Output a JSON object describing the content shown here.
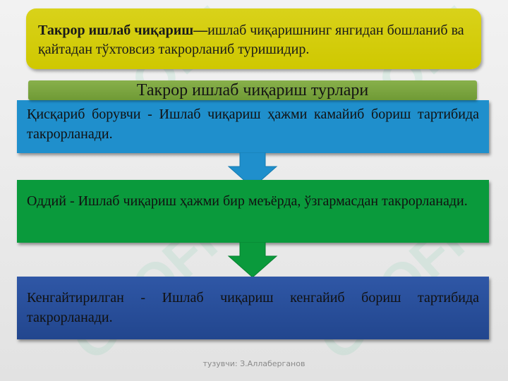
{
  "watermark": "GSOFF",
  "definition": {
    "term": "Такрор ишлаб чиқариш",
    "dash": "—",
    "text": "ишлаб чиқаришнинг янгидан бошланиб ва қайтадан тўхтовсиз такрорланиб туришидир."
  },
  "types_title": "Такрор ишлаб чиқариш турлари",
  "steps": [
    {
      "text": "Қисқариб борувчи - Ишлаб чиқариш ҳажми камайиб бориш тартибида такрорланади."
    },
    {
      "text": "Оддий - Ишлаб чиқариш ҳажми бир меъёрда, ўзгармасдан такрорланади."
    },
    {
      "text": "Кенгайтирилган - Ишлаб чиқариш кенгайиб бориш тартибида такрорланади."
    }
  ],
  "footer": "тузувчи: З.Аллаберганов",
  "colors": {
    "definition_box": "#d9d21a",
    "title_bar": "#88b04b",
    "step_1": "#1f8fcc",
    "step_2": "#0a9a3c",
    "step_3": "#2f57a6"
  }
}
